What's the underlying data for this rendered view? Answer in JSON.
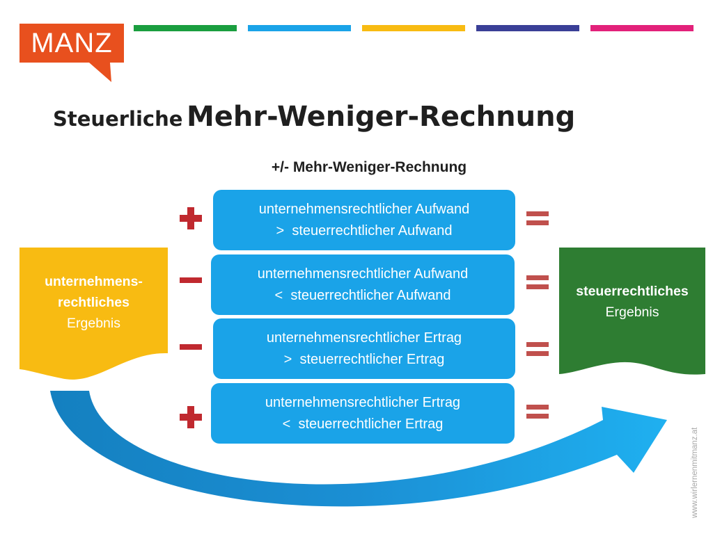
{
  "logo": {
    "text": "MANZ",
    "color": "#e8501e"
  },
  "color_bars": [
    "#1a9e3f",
    "#1aa3e8",
    "#f8bb12",
    "#3a3f97",
    "#e2217a"
  ],
  "title": {
    "part1": "Steuerliche",
    "part2": "Mehr-Weniger-Rechnung"
  },
  "subtitle": "+/- Mehr-Weniger-Rechnung",
  "left_box": {
    "line1": "unternehmens-",
    "line2": "rechtliches",
    "line3": "Ergebnis",
    "color": "#f8bb12"
  },
  "right_box": {
    "line1": "steuerrechtliches",
    "line2": "Ergebnis",
    "color": "#2e7d32"
  },
  "rules": [
    {
      "sign": "plus",
      "line1": "unternehmensrechtlicher Aufwand",
      "line2": ">  steuerrechtlicher Aufwand"
    },
    {
      "sign": "minus",
      "line1": "unternehmensrechtlicher Aufwand",
      "line2": "<  steuerrechtlicher Aufwand"
    },
    {
      "sign": "minus",
      "line1": "unternehmensrechtlicher Ertrag",
      "line2": ">  steuerrechtlicher Ertrag"
    },
    {
      "sign": "plus",
      "line1": "unternehmensrechtlicher Ertrag",
      "line2": "<  steuerrechtlicher Ertrag"
    }
  ],
  "sign_color": "#c0292f",
  "equals_color": "#c0504d",
  "arrow_color": "#1aa3e8",
  "watermark": "www.wirlernenmitmanz.at"
}
